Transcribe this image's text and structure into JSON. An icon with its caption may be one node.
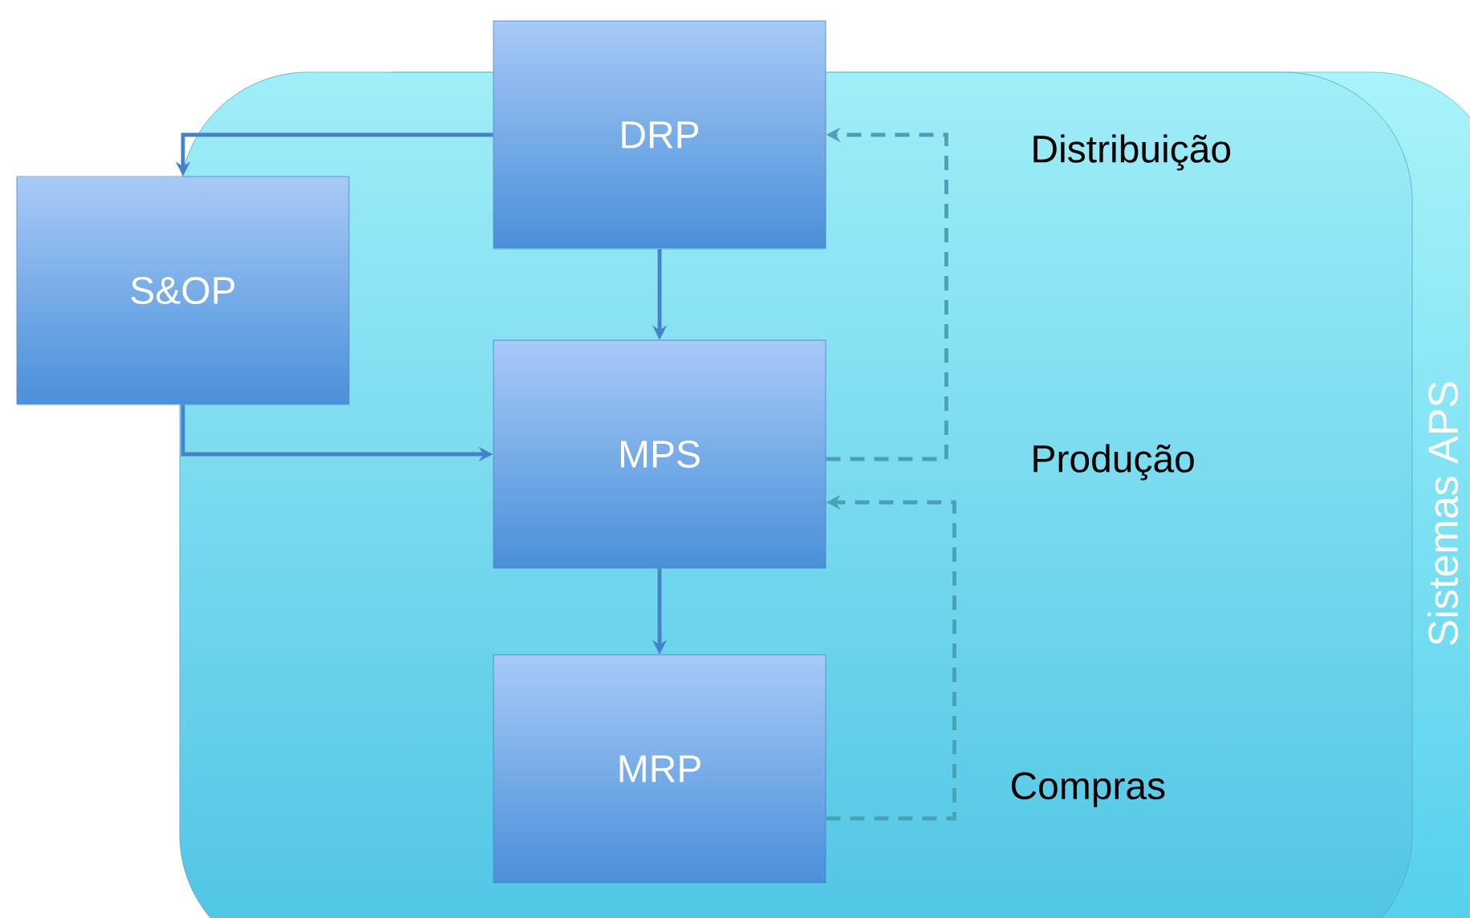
{
  "diagram": {
    "nodes": [
      {
        "text": [
          "Sistemas APS"
        ]
      },
      {
        "text": [
          "DRP"
        ]
      },
      {
        "text": [
          "S&OP"
        ]
      },
      {
        "text": [
          "MPS"
        ],
        "in": 0
      },
      {
        "text": [
          "MRP"
        ],
        "in": 0
      }
    ],
    "edges": [
      {
        "from": 1,
        "to": 2,
        "arrow": "to"
      },
      {
        "from": 2,
        "to": 3,
        "arrow": "to"
      },
      {
        "from": 1,
        "to": 3,
        "arrow": "to"
      },
      {
        "from": 3,
        "to": 4,
        "arrow": "to"
      },
      {
        "from": 3,
        "to": 1,
        "arrow": "to",
        "style": "dashed",
        "color": "#4aa0b4"
      },
      {
        "from": 4,
        "to": 3,
        "arrow": "to",
        "style": "dashed",
        "color": "#4aa0b4"
      }
    ],
    "labels": [
      "Distribuição",
      "Produção",
      "Compras"
    ]
  }
}
